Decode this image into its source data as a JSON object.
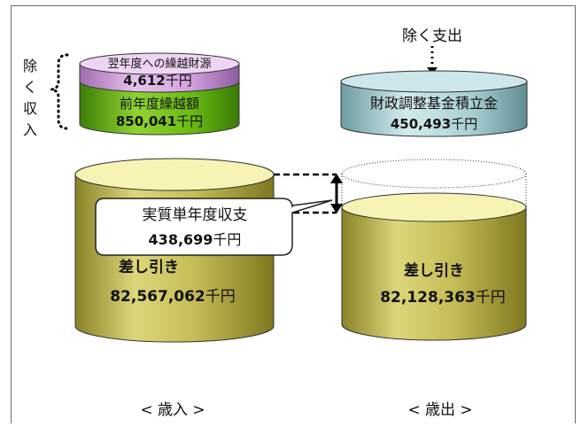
{
  "revenue": {
    "excluded_label_chars": [
      "除",
      "く",
      "収",
      "入"
    ],
    "carryover_source": {
      "label": "翌年度への繰越財源",
      "value": "4,612",
      "unit": "千円"
    },
    "prior_year_carryover": {
      "label": "前年度繰越額",
      "value": "850,041",
      "unit": "千円"
    },
    "difference": {
      "label": "差し引き",
      "value": "82,567,062",
      "unit": "千円"
    },
    "footer": "< 歳入 >"
  },
  "expenditure": {
    "excluded_label": "除く支出",
    "reserve_fund": {
      "label": "財政調整基金積立金",
      "value": "450,493",
      "unit": "千円"
    },
    "difference": {
      "label": "差し引き",
      "value": "82,128,363",
      "unit": "千円"
    },
    "footer": "< 歳出 >"
  },
  "real_single_year_balance": {
    "label": "実質単年度収支",
    "value": "438,699",
    "unit": "千円"
  },
  "colors": {
    "pink": "#d9a9e2",
    "green": "#6bbb14",
    "teal": "#a9cfd3",
    "olive": "#c0b84f",
    "olive_top": "#f7f3b4"
  }
}
